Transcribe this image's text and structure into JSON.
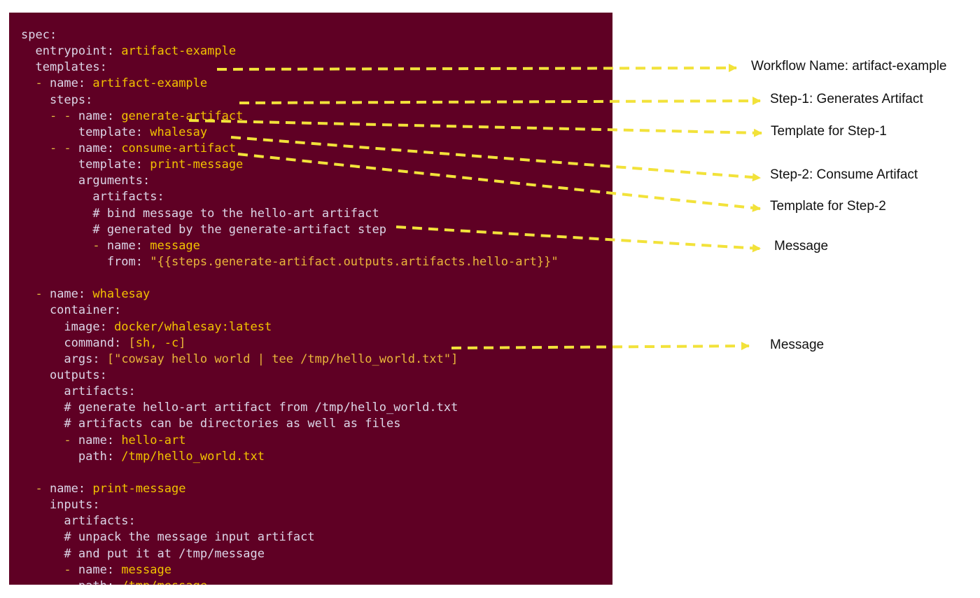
{
  "code": {
    "lines": [
      [
        {
          "c": "key",
          "t": "spec:"
        }
      ],
      [
        {
          "c": "key",
          "t": "  entrypoint: "
        },
        {
          "c": "val",
          "t": "artifact-example"
        }
      ],
      [
        {
          "c": "key",
          "t": "  templates:"
        }
      ],
      [
        {
          "c": "dash",
          "t": "  - "
        },
        {
          "c": "key",
          "t": "name: "
        },
        {
          "c": "val",
          "t": "artifact-example"
        }
      ],
      [
        {
          "c": "key",
          "t": "    steps:"
        }
      ],
      [
        {
          "c": "dash",
          "t": "    - - "
        },
        {
          "c": "key",
          "t": "name: "
        },
        {
          "c": "val",
          "t": "generate-artifact"
        }
      ],
      [
        {
          "c": "key",
          "t": "        template: "
        },
        {
          "c": "val",
          "t": "whalesay"
        }
      ],
      [
        {
          "c": "dash",
          "t": "    - - "
        },
        {
          "c": "key",
          "t": "name: "
        },
        {
          "c": "val",
          "t": "consume-artifact"
        }
      ],
      [
        {
          "c": "key",
          "t": "        template: "
        },
        {
          "c": "val",
          "t": "print-message"
        }
      ],
      [
        {
          "c": "key",
          "t": "        arguments:"
        }
      ],
      [
        {
          "c": "key",
          "t": "          artifacts:"
        }
      ],
      [
        {
          "c": "comment",
          "t": "          # bind message to the hello-art artifact"
        }
      ],
      [
        {
          "c": "comment",
          "t": "          # generated by the generate-artifact step"
        }
      ],
      [
        {
          "c": "dash",
          "t": "          - "
        },
        {
          "c": "key",
          "t": "name: "
        },
        {
          "c": "val",
          "t": "message"
        }
      ],
      [
        {
          "c": "key",
          "t": "            from: "
        },
        {
          "c": "str",
          "t": "\"{{steps.generate-artifact.outputs.artifacts.hello-art}}\""
        }
      ],
      [
        {
          "c": "key",
          "t": ""
        }
      ],
      [
        {
          "c": "dash",
          "t": "  - "
        },
        {
          "c": "key",
          "t": "name: "
        },
        {
          "c": "val",
          "t": "whalesay"
        }
      ],
      [
        {
          "c": "key",
          "t": "    container:"
        }
      ],
      [
        {
          "c": "key",
          "t": "      image: "
        },
        {
          "c": "val",
          "t": "docker/whalesay:latest"
        }
      ],
      [
        {
          "c": "key",
          "t": "      command: "
        },
        {
          "c": "punct",
          "t": "["
        },
        {
          "c": "val",
          "t": "sh, -c"
        },
        {
          "c": "punct",
          "t": "]"
        }
      ],
      [
        {
          "c": "key",
          "t": "      args: "
        },
        {
          "c": "punct",
          "t": "["
        },
        {
          "c": "str",
          "t": "\"cowsay hello world | tee /tmp/hello_world.txt\""
        },
        {
          "c": "punct",
          "t": "]"
        }
      ],
      [
        {
          "c": "key",
          "t": "    outputs:"
        }
      ],
      [
        {
          "c": "key",
          "t": "      artifacts:"
        }
      ],
      [
        {
          "c": "comment",
          "t": "      # generate hello-art artifact from /tmp/hello_world.txt"
        }
      ],
      [
        {
          "c": "comment",
          "t": "      # artifacts can be directories as well as files"
        }
      ],
      [
        {
          "c": "dash",
          "t": "      - "
        },
        {
          "c": "key",
          "t": "name: "
        },
        {
          "c": "val",
          "t": "hello-art"
        }
      ],
      [
        {
          "c": "key",
          "t": "        path: "
        },
        {
          "c": "val",
          "t": "/tmp/hello_world.txt"
        }
      ],
      [
        {
          "c": "key",
          "t": ""
        }
      ],
      [
        {
          "c": "dash",
          "t": "  - "
        },
        {
          "c": "key",
          "t": "name: "
        },
        {
          "c": "val",
          "t": "print-message"
        }
      ],
      [
        {
          "c": "key",
          "t": "    inputs:"
        }
      ],
      [
        {
          "c": "key",
          "t": "      artifacts:"
        }
      ],
      [
        {
          "c": "comment",
          "t": "      # unpack the message input artifact"
        }
      ],
      [
        {
          "c": "comment",
          "t": "      # and put it at /tmp/message"
        }
      ],
      [
        {
          "c": "dash",
          "t": "      - "
        },
        {
          "c": "key",
          "t": "name: "
        },
        {
          "c": "val",
          "t": "message"
        }
      ],
      [
        {
          "c": "key",
          "t": "        path: "
        },
        {
          "c": "val",
          "t": "/tmp/message"
        }
      ]
    ]
  },
  "callouts": {
    "workflow_name": "Workflow Name: artifact-example",
    "step1": "Step-1: Generates Artifact",
    "template_step1": "Template for Step-1",
    "step2": "Step-2: Consume Artifact",
    "template_step2": "Template for Step-2",
    "message1": "Message",
    "message2": "Message"
  },
  "colors": {
    "panel_bg": "#5f0024",
    "arrow": "#f2e23a",
    "value_text": "#f3c300"
  }
}
